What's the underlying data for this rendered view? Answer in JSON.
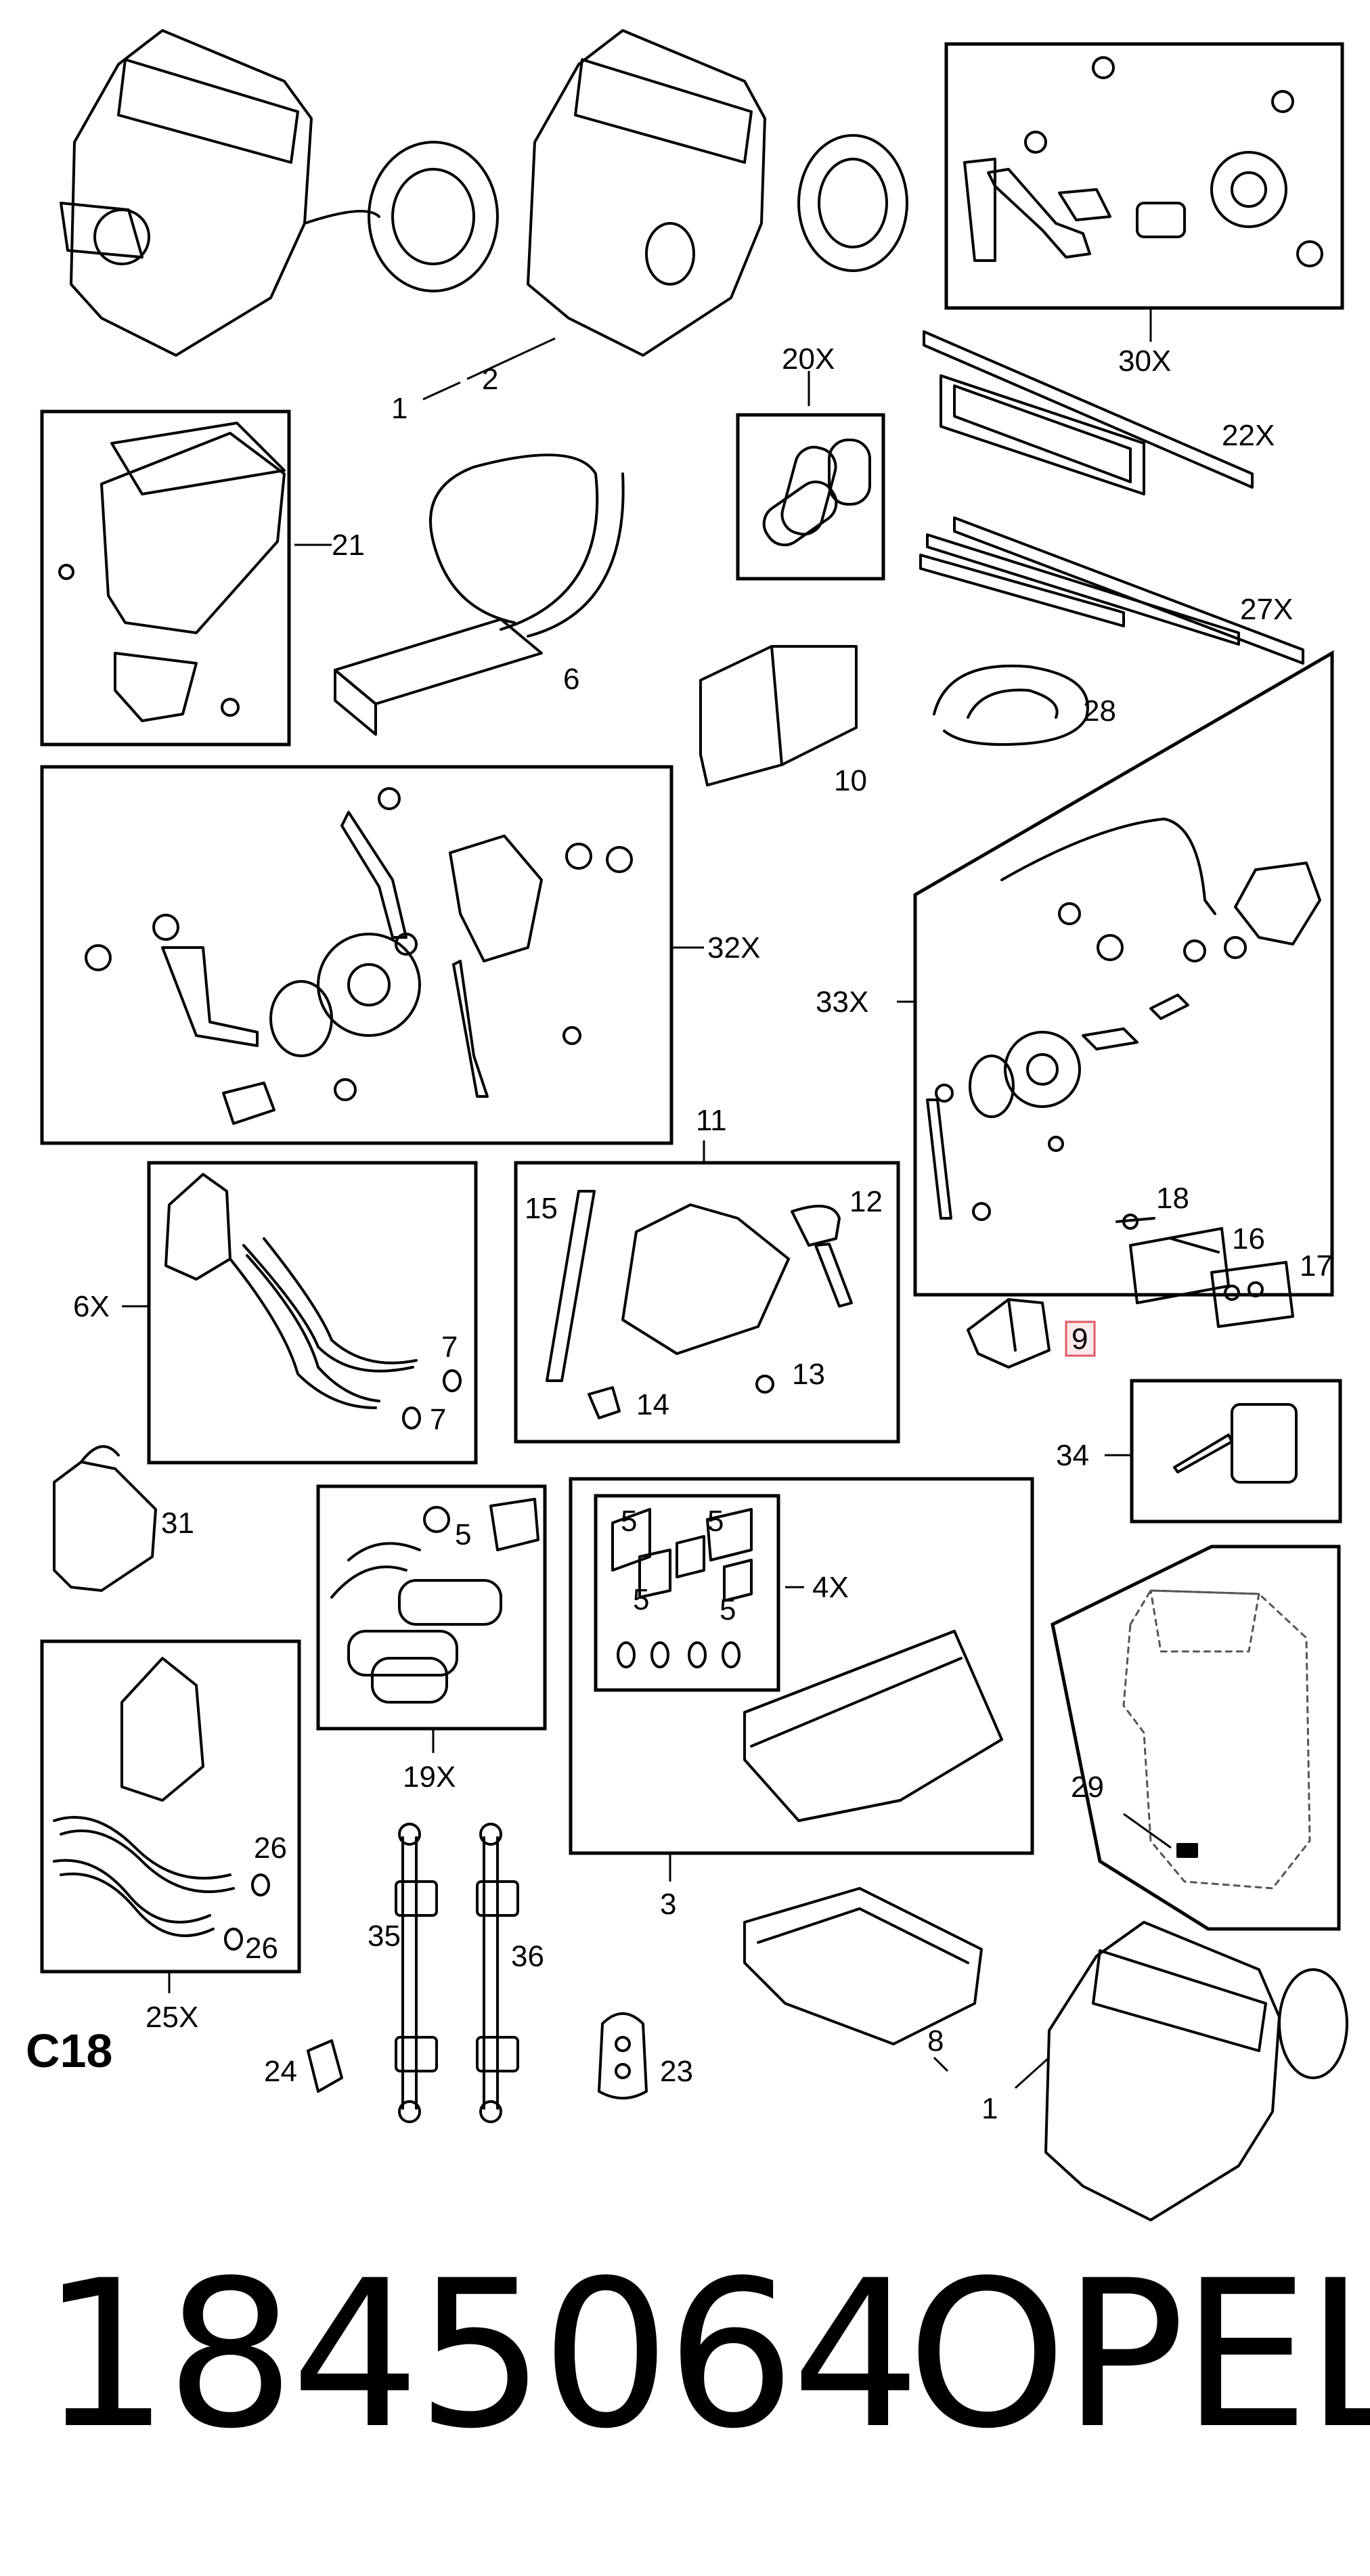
{
  "group_code": "C18",
  "part_number": "1845064",
  "brand": "OPEL",
  "callouts": {
    "c1a": "1",
    "c2": "2",
    "c20X": "20X",
    "c30X": "30X",
    "c22X": "22X",
    "c21": "21",
    "c6": "6",
    "c27X": "27X",
    "c28": "28",
    "c10": "10",
    "c32X": "32X",
    "c33X": "33X",
    "c11": "11",
    "c15": "15",
    "c12": "12",
    "c18": "18",
    "c16": "16",
    "c17": "17",
    "c6X": "6X",
    "c7a": "7",
    "c7b": "7",
    "c14": "14",
    "c13": "13",
    "c9": "9",
    "c34": "34",
    "c31": "31",
    "c5a": "5",
    "c5b": "5",
    "c5c": "5",
    "c5d": "5",
    "c5e": "5",
    "c4X": "4X",
    "c19X": "19X",
    "c3": "3",
    "c29": "29",
    "c26a": "26",
    "c26b": "26",
    "c25X": "25X",
    "c35": "35",
    "c36": "36",
    "c24": "24",
    "c23": "23",
    "c8": "8",
    "c1b": "1"
  },
  "highlight_callout": "9"
}
